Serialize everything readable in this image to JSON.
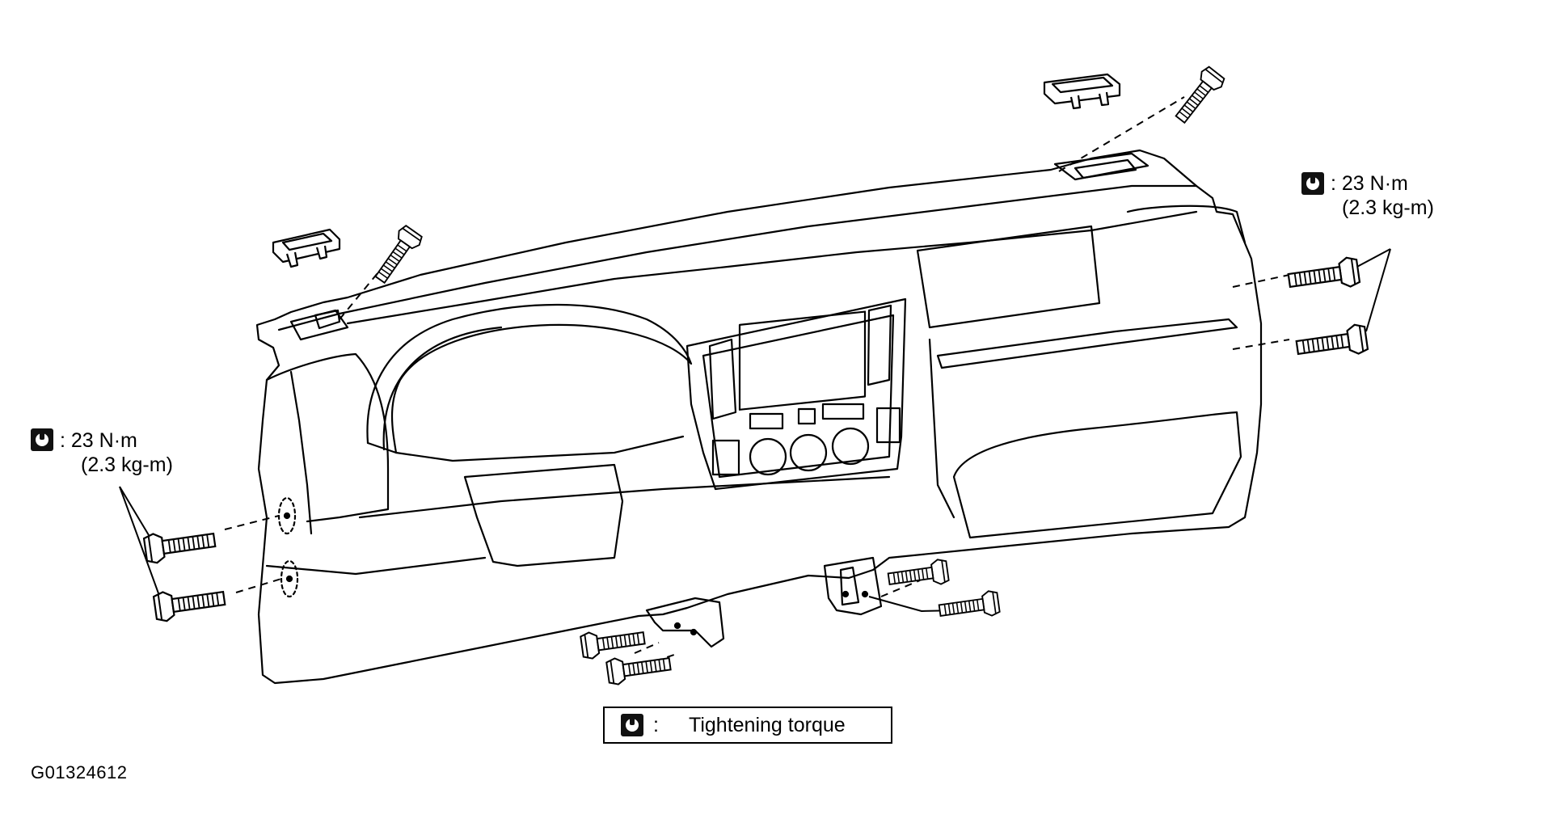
{
  "callouts": {
    "right": {
      "torque": "23 N·m",
      "alt": "(2.3 kg-m)"
    },
    "left": {
      "torque": "23 N·m",
      "alt": "(2.3 kg-m)"
    }
  },
  "legend": {
    "text": "Tightening torque"
  },
  "figure_id": "G01324612",
  "icons": {
    "torque": "torque-wrench-icon"
  }
}
